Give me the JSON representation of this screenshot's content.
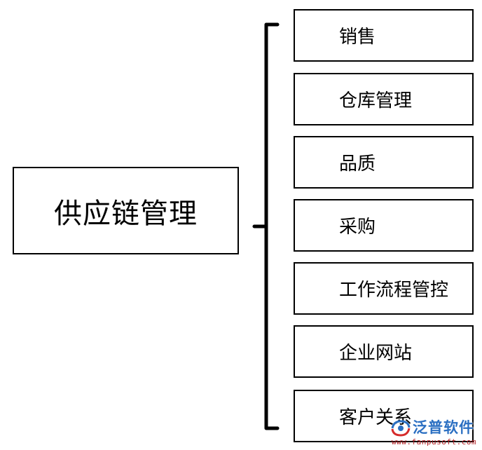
{
  "root": {
    "label": "供应链管理"
  },
  "children": [
    {
      "label": "销售"
    },
    {
      "label": "仓库管理"
    },
    {
      "label": "品质"
    },
    {
      "label": "采购"
    },
    {
      "label": "工作流程管控"
    },
    {
      "label": "企业网站"
    },
    {
      "label": "客户关系"
    }
  ],
  "watermark": {
    "name": "泛普软件",
    "url": "www.fanpusoft.com",
    "icon": "fanpu-logo-icon",
    "name_color": "#2b6fc2",
    "url_color": "#b21e23"
  }
}
